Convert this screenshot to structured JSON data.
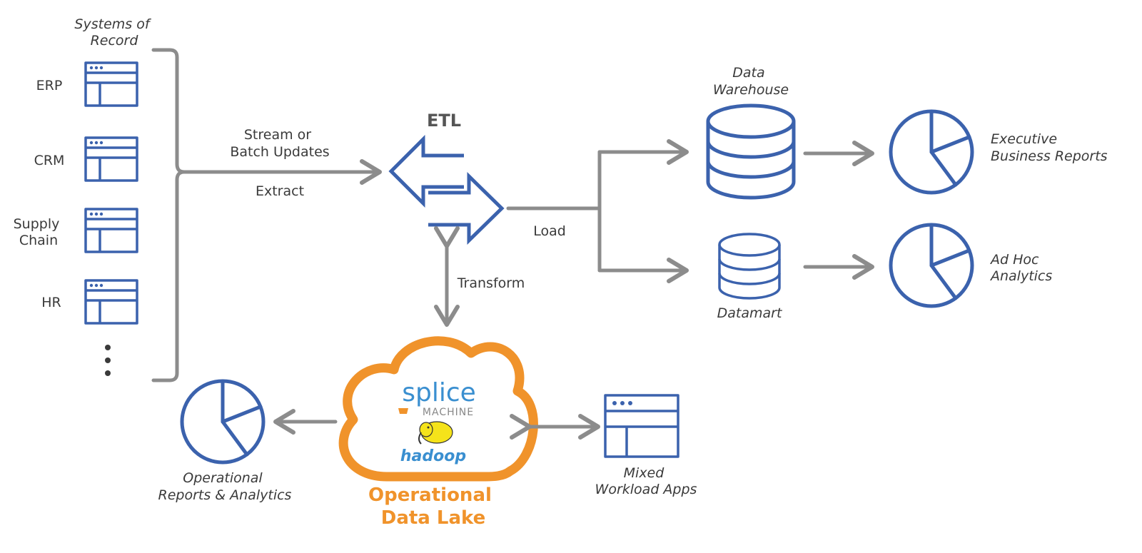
{
  "sources": {
    "title": [
      "Systems of",
      "Record"
    ],
    "items": [
      {
        "label": [
          "ERP"
        ],
        "icon": "app-window-icon"
      },
      {
        "label": [
          "CRM"
        ],
        "icon": "app-window-icon"
      },
      {
        "label": [
          "Supply",
          "Chain"
        ],
        "icon": "app-window-icon"
      },
      {
        "label": [
          "HR"
        ],
        "icon": "app-window-icon"
      }
    ],
    "more_icon": "vertical-ellipsis-icon"
  },
  "extract": {
    "top_label": [
      "Stream or",
      "Batch Updates"
    ],
    "bottom_label": "Extract"
  },
  "etl": {
    "title": "ETL",
    "icon": "bidirectional-arrows-icon",
    "transform_label": "Transform",
    "load_label": "Load"
  },
  "targets": {
    "warehouse_label": [
      "Data",
      "Warehouse"
    ],
    "datamart_label": "Datamart",
    "exec_reports_label": [
      "Executive",
      "Business Reports"
    ],
    "adhoc_label": [
      "Ad Hoc",
      "Analytics"
    ]
  },
  "lake": {
    "logo_splice": "splice",
    "logo_machine": "MACHINE",
    "logo_hadoop": "hadoop",
    "title": [
      "Operational",
      "Data Lake"
    ],
    "ops_reports_label": [
      "Operational",
      "Reports & Analytics"
    ],
    "mixed_apps_label": [
      "Mixed",
      "Workload Apps"
    ]
  },
  "colors": {
    "icon_blue": "#3b62ad",
    "arrow_gray": "#8c8c8c",
    "lake_orange": "#f0932b",
    "splice_blue": "#3a8fd0",
    "hadoop_yellow": "#f5e31a"
  }
}
